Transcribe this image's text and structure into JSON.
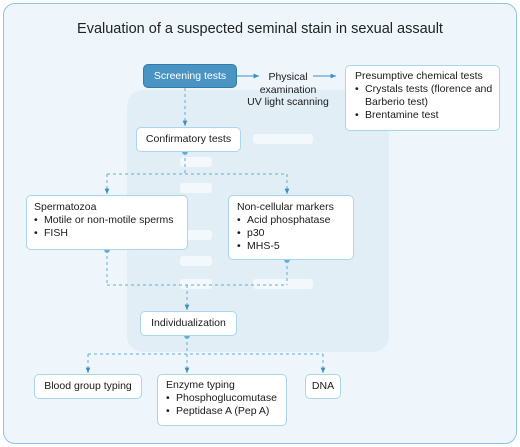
{
  "title": "Evaluation of a suspected seminal stain in sexual assault",
  "screening": "Screening tests",
  "physical": [
    "Physical",
    "examination",
    "UV light scanning"
  ],
  "presumptive": {
    "heading": "Presumptive chemical tests",
    "items": [
      "Crystals tests (florence and Barberio test)",
      "Brentamine test"
    ]
  },
  "confirmatory": "Confirmatory tests",
  "spermatozoa": {
    "heading": "Spermatozoa",
    "items": [
      "Motile or non-motile sperms",
      "FISH"
    ]
  },
  "noncellular": {
    "heading": "Non-cellular markers",
    "items": [
      "Acid phosphatase",
      "p30",
      "MHS-5"
    ]
  },
  "individualization": "Individualization",
  "blood_group": "Blood group typing",
  "enzyme": {
    "heading": "Enzyme typing",
    "items": [
      "Phosphoglucomutase",
      "Peptidase A (Pep A)"
    ]
  },
  "dna": "DNA",
  "colors": {
    "accent": "#4a94c4",
    "line": "#5ab0d8",
    "box_border": "#a9d6ec",
    "frame": "#8fc4de"
  }
}
